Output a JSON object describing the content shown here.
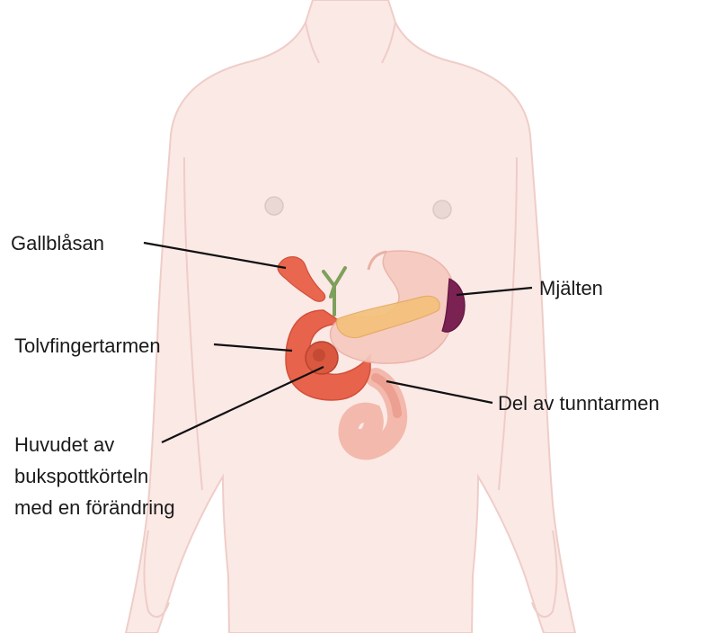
{
  "labels": {
    "gallbladder": "Gallblåsan",
    "duodenum": "Tolvfingertarmen",
    "pancreas_head": [
      "Huvudet av",
      "bukspottkörteln",
      "med en förändring"
    ],
    "spleen": "Mjälten",
    "small_intestine": "Del av tunntarmen"
  },
  "colors": {
    "skin": "#fbe9e6",
    "skin_outline": "#efcdc8",
    "nipple": "#d9c9c6",
    "gallbladder": "#e9664f",
    "bile_duct": "#7ea05c",
    "duodenum": "#e8634b",
    "tumor": "#d2503a",
    "stomach": "#f6c9bf",
    "pancreas": "#f4c17a",
    "spleen": "#7a2252",
    "intestine": "#f3b9ac",
    "leader": "#111111",
    "text": "#1a1a1a"
  }
}
